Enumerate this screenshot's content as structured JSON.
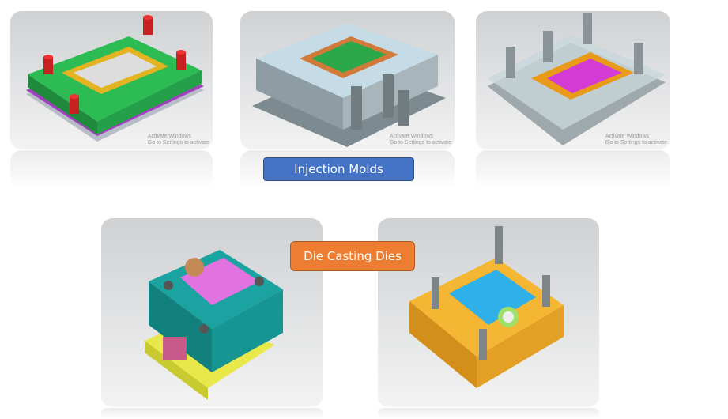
{
  "labels": {
    "injection": "Injection Molds",
    "die_casting": "Die Casting Dies"
  },
  "watermark": {
    "line1": "Activate Windows",
    "line2": "Go to Settings to activate"
  },
  "colors": {
    "injection_label": "#4472c4",
    "die_label": "#ed7d31"
  }
}
